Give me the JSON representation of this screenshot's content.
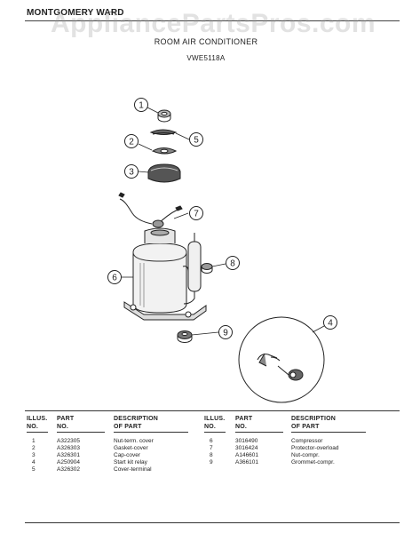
{
  "header": {
    "brand": "MONTGOMERY WARD",
    "watermark": "AppliancePartsPros.com",
    "title": "ROOM AIR CONDITIONER",
    "model": "VWE5118A"
  },
  "callouts": [
    "1",
    "2",
    "3",
    "4",
    "5",
    "6",
    "7",
    "8",
    "9"
  ],
  "table": {
    "columns_left": {
      "illus": [
        "ILLUS.",
        "NO."
      ],
      "part": [
        "PART",
        "NO."
      ],
      "desc": [
        "DESCRIPTION",
        "OF PART"
      ]
    },
    "columns_right": {
      "illus": [
        "ILLUS.",
        "NO."
      ],
      "part": [
        "PART",
        "NO."
      ],
      "desc": [
        "DESCRIPTION",
        "OF PART"
      ]
    },
    "rows_left": [
      {
        "illus": "1",
        "part": "A322305",
        "desc": "Nut-term. cover"
      },
      {
        "illus": "2",
        "part": "A326303",
        "desc": "Gasket-cover"
      },
      {
        "illus": "3",
        "part": "A326301",
        "desc": "Cap-cover"
      },
      {
        "illus": "4",
        "part": "A250904",
        "desc": "Start kit relay"
      },
      {
        "illus": "5",
        "part": "A326302",
        "desc": "Cover-terminal"
      }
    ],
    "rows_right": [
      {
        "illus": "6",
        "part": "3016490",
        "desc": "Compressor"
      },
      {
        "illus": "7",
        "part": "3016424",
        "desc": "Protector-overload"
      },
      {
        "illus": "8",
        "part": "A146601",
        "desc": "Nut-compr."
      },
      {
        "illus": "9",
        "part": "A366101",
        "desc": "Grommet-compr."
      }
    ]
  }
}
